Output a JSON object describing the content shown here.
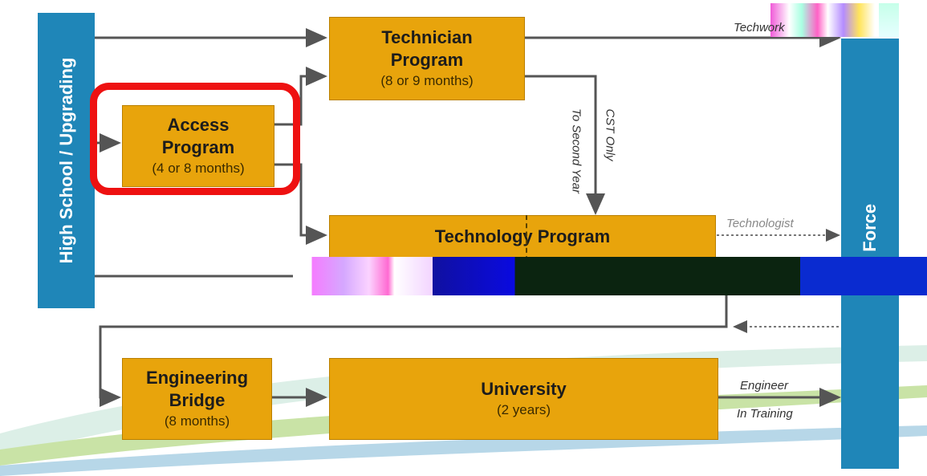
{
  "diagram": {
    "left_bar_label": "High School / Upgrading",
    "right_bar_label": "k Force",
    "boxes": {
      "technician": {
        "title_1": "Technician",
        "title_2": "Program",
        "subtitle": "(8 or 9 months)"
      },
      "access": {
        "title_1": "Access",
        "title_2": "Program",
        "subtitle": "(4 or 8 months)"
      },
      "technology": {
        "title": "Technology Program"
      },
      "engineering_bridge": {
        "title_1": "Engineering",
        "title_2": "Bridge",
        "subtitle": "(8 months)"
      },
      "university": {
        "title": "University",
        "subtitle": "(2 years)"
      }
    },
    "labels": {
      "technician_out": "Techwork",
      "technologist_out": "Technologist",
      "to_second_year": "To Second Year",
      "cst_only": "CST Only",
      "engineer": "Engineer",
      "in_training": "In Training"
    },
    "colors": {
      "blue": "#1f86b8",
      "orange": "#e8a40c",
      "highlight_red": "#ee1111",
      "arrow": "#555555"
    }
  }
}
